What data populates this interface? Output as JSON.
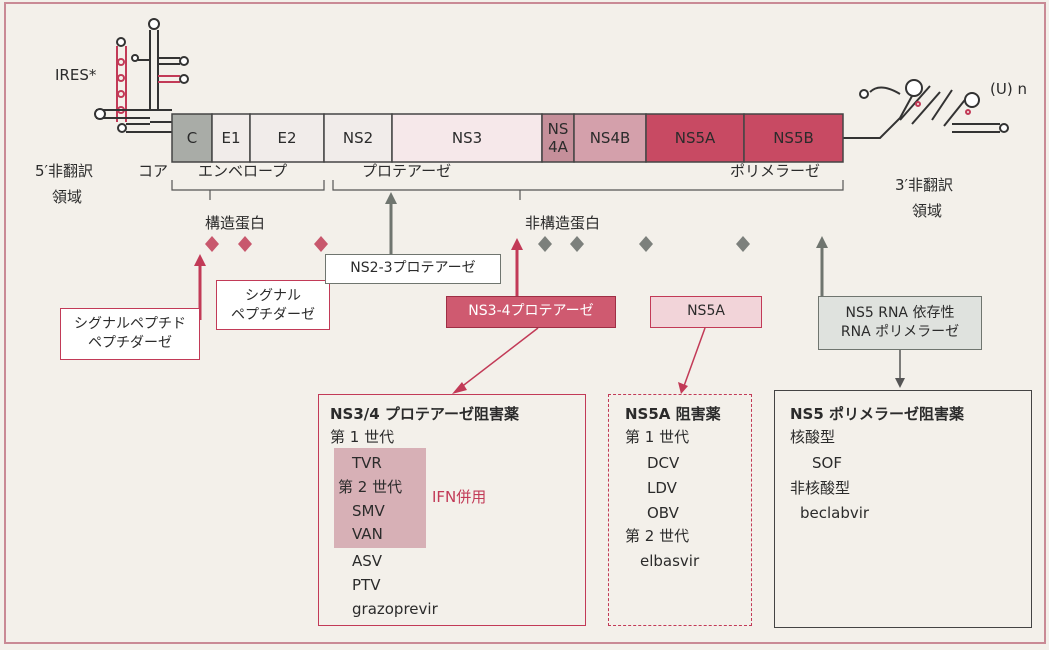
{
  "ires_label": "IRES*",
  "polyu_label": "(U) n",
  "utr5": [
    "5′非翻訳",
    "領域"
  ],
  "utr3": [
    "3′非翻訳",
    "領域"
  ],
  "genome_segments": [
    "C",
    "E1",
    "E2",
    "NS2",
    "NS3",
    "NS\n4A",
    "NS4B",
    "NS5A",
    "NS5B"
  ],
  "region_labels": {
    "core": "コア",
    "envelope": "エンベロープ",
    "protease": "プロテアーゼ",
    "polymerase": "ポリメラーゼ",
    "structural": "構造蛋白",
    "nonstructural": "非構造蛋白"
  },
  "enzymes": {
    "signal_peptide_peptidase": [
      "シグナルペプチド",
      "ペプチダーゼ"
    ],
    "signal_peptidase": [
      "シグナル",
      "ペプチダーゼ"
    ],
    "ns23_protease": "NS2-3プロテアーゼ",
    "ns34_protease": "NS3-4プロテアーゼ",
    "ns5a": "NS5A",
    "ns5_polymerase": [
      "NS5 RNA 依存性",
      "RNA ポリメラーゼ"
    ]
  },
  "inhibitors": {
    "ns34": {
      "title": "NS3/4 プロテアーゼ阻害薬",
      "gen1": "第 1 世代",
      "ifn_group": [
        "TVR",
        "第 2 世代",
        "SMV",
        "VAN"
      ],
      "ifn_label": "IFN併用",
      "others": [
        "ASV",
        "PTV",
        "grazoprevir"
      ]
    },
    "ns5a": {
      "title": "NS5A 阻害薬",
      "gen1": "第 1 世代",
      "gen1_drugs": [
        "DCV",
        "LDV",
        "OBV"
      ],
      "gen2": "第 2 世代",
      "gen2_drugs": [
        "elbasvir"
      ]
    },
    "ns5b": {
      "title": "NS5 ポリメラーゼ阻害薬",
      "nuc": "核酸型",
      "nuc_drugs": [
        "SOF"
      ],
      "non_nuc": "非核酸型",
      "non_nuc_drugs": [
        "beclabvir"
      ]
    }
  },
  "colors": {
    "background": "#f3f0ea",
    "accent_red": "#c23a57",
    "dark_gray": "#6f756f",
    "segment_C": "#a9aca7",
    "segment_light": "#f1ecea",
    "segment_NS3": "#f6e8ea",
    "segment_NS4A": "#c58f9a",
    "segment_NS4B": "#d4a0ab",
    "segment_NS5": "#c84a63",
    "ifn_shade": "#d7b0b6",
    "ns5a_tag": "#f2d4d9",
    "ns5pol_tag": "#dfe2de",
    "ns34_tag": "#cf5a70"
  }
}
